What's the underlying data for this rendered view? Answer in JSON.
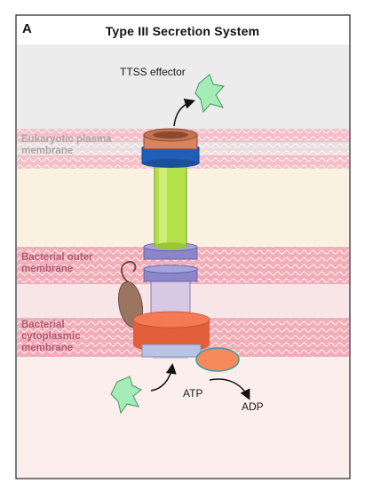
{
  "panel_letter": "A",
  "title": "Type III Secretion System",
  "labels": {
    "effector": "TTSS effector",
    "eukaryotic_l1": "Eukaryotic plasma",
    "eukaryotic_l2": "membrane",
    "outer_l1": "Bacterial outer",
    "outer_l2": "membrane",
    "cyto_l1": "Bacterial",
    "cyto_l2": "cytoplasmic",
    "cyto_l3": "membrane",
    "atp": "ATP",
    "adp": "ADP"
  },
  "colors": {
    "extracellular": "#ececec",
    "host_cytoplasm": "#fbf1e1",
    "periplasm": "#f7e5e7",
    "bacterial_cytoplasm": "#fdeeee",
    "eukaryotic_membrane": "#f4bfc8",
    "bacterial_membranes": "#f1aeb8",
    "needle": "#b4e04a",
    "ring_blue": "#1f5fb8",
    "ring_purple": "#8a86c8",
    "rod": "#d7c8e4",
    "base_orange": "#f47a55",
    "atpase": "#f68a5b",
    "motor": "#9a7560",
    "effector": "#a6ecb8"
  }
}
